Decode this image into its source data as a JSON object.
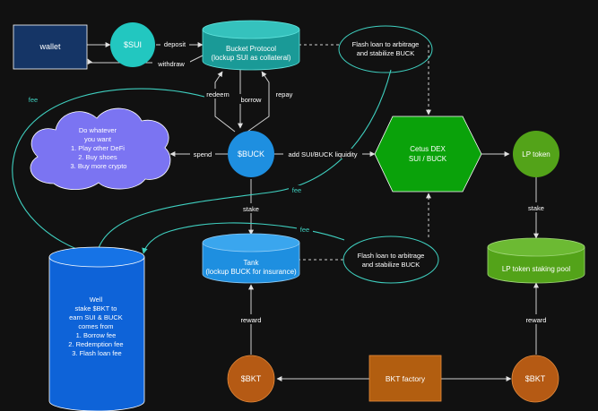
{
  "nodes": {
    "wallet": {
      "label": "wallet"
    },
    "sui": {
      "label": "$SUI"
    },
    "bucket_protocol": {
      "line1": "Bucket Protocol",
      "line2": "(lockup SUI as collateral)"
    },
    "flash_loan_top": {
      "line1": "Flash loan to arbitrage",
      "line2": "and stabilize BUCK"
    },
    "defi_cloud": {
      "lines": [
        "Do whatever",
        "you want",
        "",
        "1. Play other DeFi",
        "2. Buy shoes",
        "3. Buy more crypto"
      ]
    },
    "buck": {
      "label": "$BUCK"
    },
    "cetus_dex": {
      "line1": "Cetus DEX",
      "line2": "SUI / BUCK"
    },
    "lp_token": {
      "label": "LP token"
    },
    "tank": {
      "line1": "Tank",
      "line2": "(lockup BUCK for insurance)"
    },
    "flash_loan_bottom": {
      "line1": "Flash loan to arbitrage",
      "line2": "and stabilize BUCK"
    },
    "lp_staking_pool": {
      "label": "LP token staking pool"
    },
    "well": {
      "lines": [
        "Well",
        "",
        "stake $BKT to",
        "earn SUI & BUCK",
        "comes from",
        "",
        "1. Borrow fee",
        "2. Redemption fee",
        "3. Flash loan fee"
      ]
    },
    "bkt_left": {
      "label": "$BKT"
    },
    "bkt_factory": {
      "label": "BKT factory"
    },
    "bkt_right": {
      "label": "$BKT"
    }
  },
  "edges": {
    "deposit": "deposit",
    "withdraw": "withdraw",
    "redeem": "redeem",
    "borrow": "borrow",
    "repay": "repay",
    "spend": "spend",
    "add_liquidity": "add SUI/BUCK liquidity",
    "stake_buck": "stake",
    "stake_lp": "stake",
    "reward_left": "reward",
    "reward_right": "reward",
    "fee_left": "fee",
    "fee_middle": "fee",
    "fee_tank": "fee"
  },
  "colors": {
    "background": "#111111",
    "wallet": "#153566",
    "teal": "#22c7c0",
    "bucket": "#1a9a97",
    "cloud": "#7b74f2",
    "buck": "#1e8fe0",
    "cetus": "#0aa20a",
    "lp": "#53a319",
    "well": "#0e63d8",
    "bkt": "#b55a14",
    "factory": "#b25e10",
    "fee_line": "#3fd0c0",
    "line": "#cfcfcf"
  }
}
